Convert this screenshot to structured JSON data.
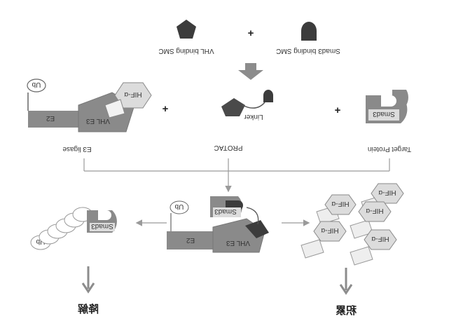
{
  "colors": {
    "dark_shape": "#3c3c3c",
    "mid_gray": "#8a8a8a",
    "light_gray": "#dcdcdc",
    "line": "#9a9a9a",
    "arrow": "#8c8c8c"
  },
  "top": {
    "vhl_smc": "VHL binding SMC",
    "smad3_smc": "Smad3 binding SMC",
    "plus": "+"
  },
  "components": {
    "e3_ligase": "E3 ligase",
    "protac": "PROTAC",
    "target_protein": "Target Protein",
    "ub": "Ub",
    "e2": "E2",
    "vhl_e3": "VHL E3",
    "hif": "HIF-α",
    "linker": "Linker",
    "smad3": "Smad3",
    "plus": "+"
  },
  "results": {
    "degradation": "降解",
    "accumulation": "积累"
  }
}
